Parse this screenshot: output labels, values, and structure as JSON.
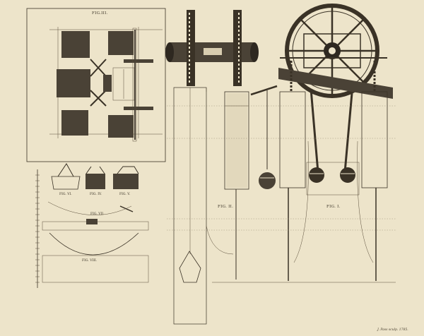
{
  "figures": {
    "fig1": "FIG. I.",
    "fig2": "FIG. II.",
    "fig3": "FIG.III.",
    "fig4": "FIG. IV.",
    "fig5": "FIG. V.",
    "fig6": "FIG. VI.",
    "fig7": "FIG. VII.",
    "fig8": "FIG. VIII."
  },
  "signature": "J. Pass sculp. 1785.",
  "colors": {
    "paper": "#ede4ca",
    "ink": "#3a3226",
    "hatch": "#4a4236"
  }
}
